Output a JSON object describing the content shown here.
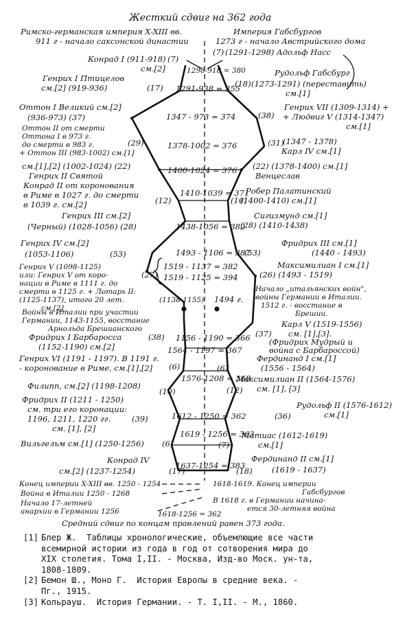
{
  "title": "Жесткий сдвиг на 362 года",
  "left_header": [
    "Римско-германская империя X-XIII вв.",
    "911 г - начало саксонской династии"
  ],
  "right_header": [
    "Империя Габсбургов",
    "1273 г - начало Австрийского дома"
  ],
  "left_items": [
    {
      "id": "konrad1",
      "lines": [
        "Конрад I (911-918)",
        "см.[2]"
      ],
      "count": "(7)"
    },
    {
      "id": "henry1",
      "lines": [
        "Генрих I Птицелов",
        "см.[2]   (919-936)"
      ],
      "count": "(17)"
    },
    {
      "id": "otto1",
      "lines": [
        "Оттон I Великий см.[2]",
        "(936-973) (37)"
      ]
    },
    {
      "id": "otto2",
      "lines": [
        "Оттон II от смерти",
        "Оттона I в 973 г.",
        "до смерти в 983 г.",
        "+ Оттон III (983-1002) см.[1]"
      ],
      "count": "(29)"
    },
    {
      "id": "henry2",
      "lines": [
        "см.[1],[2]  (1002-1024) (22)",
        "Генрих II Святой"
      ]
    },
    {
      "id": "konrad2",
      "lines": [
        "Конрад II от коронования",
        "в Риме в 1027 г. до смерти",
        "в 1039 г.  см.[2]"
      ],
      "count": "(12)"
    },
    {
      "id": "henry3",
      "lines": [
        "Генрих III  см.[2]",
        "(Черный)  (1028-1056) (28)"
      ]
    },
    {
      "id": "henry4",
      "lines": [
        "Генрих IV см.[2]",
        "(1053-1106)"
      ],
      "count": "(53)"
    },
    {
      "id": "henry5",
      "lines": [
        "Генрих V (1098-1125)",
        "или: Генрих V от коро-",
        "нации в Риме в 1111 г. до",
        "смерти в 1125 г. + Лотарь II:",
        "(1125-1137), итого 20 лет.",
        "см.[2]"
      ],
      "count": "(27)"
    },
    {
      "id": "wars_left",
      "lines": [
        "Войны в Италии при участии",
        "Германии, 1143-1155, восстание",
        "Арнольда Брешианского"
      ]
    },
    {
      "id": "fred1",
      "lines": [
        "Фридрих I Барбаросса",
        "(1152-1190) см.[2]"
      ],
      "count": "(38)"
    },
    {
      "id": "henry6",
      "lines": [
        "Генрих VI (1191 - 1197). В 1191 г.",
        "- коронование в Риме, см.[1],[2]"
      ],
      "count": "(6)"
    },
    {
      "id": "philipp",
      "lines": [
        "Филипп, см.[2]     (1198-1208)"
      ],
      "count": "(10)"
    },
    {
      "id": "fred2",
      "lines": [
        "Фридрих II (1211 - 1250)",
        "см. три его коронации:",
        "1196, 1211, 1220 гг.",
        "см. [1], [2]"
      ],
      "count": "(39)"
    },
    {
      "id": "wilhelm",
      "lines": [
        "Вильгельм см.[1]     (1250-1256)"
      ],
      "count": "(6)"
    },
    {
      "id": "konrad4",
      "lines": [
        "Конрад IV",
        "см.[2]     (1237-1254)"
      ],
      "count": "(17)"
    }
  ],
  "right_items": [
    {
      "id": "adolf",
      "lines": [
        "(1291-1298) Адольф Насс"
      ],
      "count": "(7)"
    },
    {
      "id": "rudolf1",
      "lines": [
        "Рудольф Габсбург",
        "(1273-1291) (переставить)",
        "см.[1]"
      ],
      "count": "(18)"
    },
    {
      "id": "henry7",
      "lines": [
        "Генрих VII (1309-1314) +",
        "+ Людвиг V (1314-1347)",
        "см.[1]"
      ],
      "count": "(38)"
    },
    {
      "id": "karl4",
      "lines": [
        "(1347 - 1378)",
        "Карл IV  см.[1]"
      ],
      "count": "(31)"
    },
    {
      "id": "wenzel",
      "lines": [
        "(22) (1378-1400) см.[1]",
        "Венцеслав"
      ]
    },
    {
      "id": "robert",
      "lines": [
        "Робер Палатинский",
        "(1400-1410)  см.[1]"
      ],
      "count": "(10)"
    },
    {
      "id": "sigismund",
      "lines": [
        "Сигизмунд  см.[1]",
        "(28) (1410-1438)"
      ]
    },
    {
      "id": "fred3",
      "lines": [
        "Фридрих III см.[1]",
        "(1440 - 1493)"
      ],
      "count": "(53)"
    },
    {
      "id": "max1",
      "lines": [
        "Максимилиан I см.[1]",
        "(26)  (1493 - 1519)"
      ]
    },
    {
      "id": "wars_right",
      "lines": [
        "Начало „итальянских войн\",",
        "войны Германии в Италии.",
        "1512 г. - восстание в",
        "Брешии."
      ]
    },
    {
      "id": "karl5",
      "lines": [
        "Карл V  (1519-1556)",
        "см. [1],[3].",
        "(Фридрих Мудрый и",
        "война с Барбароссой)"
      ],
      "count": "(37)"
    },
    {
      "id": "ferd1",
      "lines": [
        "Фердинанд I  см.[1]",
        "(1556 - 1564)"
      ],
      "count": "(6)"
    },
    {
      "id": "max2",
      "lines": [
        "Максимилиан II (1564-1576)",
        "см. [1], [3]"
      ],
      "count": "(12)"
    },
    {
      "id": "rudolf2",
      "lines": [
        "Рудольф II (1576-1612)",
        "см.[1]"
      ],
      "count": "(36)"
    },
    {
      "id": "matthias",
      "lines": [
        "Матиас  (1612-1619)",
        "см.[1]"
      ],
      "count": "(7)"
    },
    {
      "id": "ferd2",
      "lines": [
        "Фердинанд II  см.[1]",
        "(1619 - 1637)"
      ],
      "count": "(18)"
    }
  ],
  "center_labels": [
    "1298-918 = 380",
    "1291-938 = 355",
    "1347 - 973 = 374",
    "1378-1002 = 376",
    "1400-1024 = 376",
    "1410-1039 = 371",
    "1438-1056 = 382",
    "1493 - 1106 = 387",
    "1519 - 1137 = 382",
    "1519 - 1125 = 394",
    "1494 г.",
    "(1138-1155)",
    "1156 - 1190 = 366",
    "1564 - 1197 = 367",
    "1576-1208 = 368",
    "1612 - 1250 = 362",
    "1619 - 1256 = 363",
    "1637-1254 = 383"
  ],
  "bottom": {
    "left": [
      "Конец империи X-XIII вв. 1250 - 1254",
      "Война в Италии  1250 - 1268",
      "Начало 17-летней",
      "анархии в Германии  1256"
    ],
    "right": [
      "1618-1619. Конец империи",
      "Габсбургов",
      "В 1618 г. в Германии начина-",
      "ется 30-летняя война"
    ],
    "diff": "1618-1256 = 362",
    "footer": "Средний сдвиг по концам правлений равен 373 года."
  },
  "references": [
    {
      "num": "[1]",
      "text": "Блер Ж.  Таблицы хронологические, объемлющие все части\nвсемирной истории из года в год от сотворения мира до\nXIX столетия. Тома I,II. - Москва, Изд-во Моск. ун-та,\n1808-1809."
    },
    {
      "num": "[2]",
      "text": "Бемон Ш., Моно Г.  История Европы в средние века. -\nПг., 1915."
    },
    {
      "num": "[3]",
      "text": "Кольрауш.  История Германии. - Т. I,II. - М., 1860."
    }
  ]
}
